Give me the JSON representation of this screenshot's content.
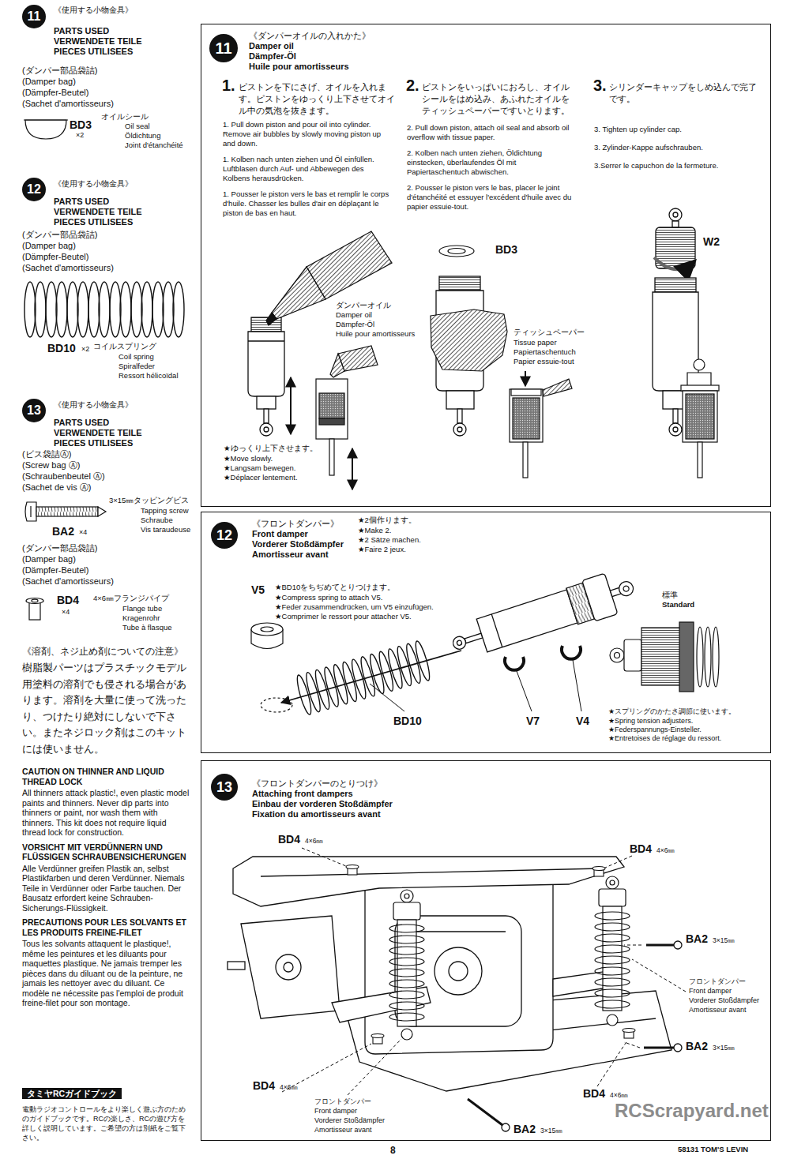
{
  "diagram": {
    "nodes": [
      {
        "text": [
          "11"
        ]
      },
      {
        "text": [
          "12"
        ]
      },
      {
        "text": [
          "13"
        ]
      },
      {
        "text": [
          "タミヤRCガイドブック"
        ]
      },
      {
        "text": [
          "《ダンパーオイルの入れかた》",
          "Damper oil",
          "Dämpfer-Öl",
          "Huile pour amortisseurs"
        ]
      },
      {
        "text": [
          "11"
        ],
        "in": 4
      },
      {
        "text": [
          "《フロントダンパー》",
          "Front damper",
          "Vorderer Stoßdämpfer",
          "Amortisseur avant"
        ]
      },
      {
        "text": [
          "12"
        ],
        "in": 6
      },
      {
        "text": [
          "《フロントダンパーのとりつけ》",
          "Attaching front dampers",
          "Einbau der vorderen Stoßdämpfer",
          "Fixation du amortisseurs avant"
        ]
      },
      {
        "text": [
          "13"
        ],
        "in": 8
      }
    ],
    "labels": [
      "《使用する小物金具》",
      "PARTS USED",
      "VERWENDETE TEILE",
      "PIECES UTILISEES",
      "(ダンパー部品袋詰)",
      "(Damper bag)",
      "(Dämpfer-Beutel)",
      "(Sachet d'amortisseurs)",
      "BD3",
      "×2",
      "オイルシール",
      "Oil seal",
      "Öldichtung",
      "Joint d'étanchéité",
      "《使用する小物金具》",
      "PARTS USED",
      "VERWENDETE TEILE",
      "PIECES UTILISEES",
      "(ダンパー部品袋詰)",
      "(Damper bag)",
      "(Dämpfer-Beutel)",
      "(Sachet d'amortisseurs)",
      "BD10",
      "×2",
      "コイルスプリング",
      "Coil spring",
      "Spiralfeder",
      "Ressort hélicoïdal",
      "《使用する小物金具》",
      "PARTS USED",
      "VERWENDETE TEILE",
      "PIECES UTILISEES",
      "(ビス袋詰Ⓐ)",
      "(Screw bag Ⓐ)",
      "(Schraubenbeutel Ⓐ)",
      "(Sachet de vis Ⓐ)",
      "3×15㎜タッピングビス",
      "Tapping screw",
      "Schraube",
      "Vis taraudeuse",
      "BA2",
      "×4",
      "(ダンパー部品袋詰)",
      "(Damper bag)",
      "(Dämpfer-Beutel)",
      "(Sachet d'amortisseurs)",
      "BD4",
      "×4",
      "4×6㎜フランジパイプ",
      "Flange tube",
      "Kragenrohr",
      "Tube à flasque",
      "《溶剤、ネジ止め剤についての注意》",
      "樹脂製パーツはプラスチックモデル用塗料の溶剤でも侵される場合があります。溶剤を大量に使って洗ったり、つけたり絶対にしないで下さい。またネジロック剤はこのキットには使いません。",
      "CAUTION ON THINNER AND LIQUID THREAD LOCK",
      "All thinners attack plastic!, even plastic model paints and thinners. Never dip parts into thinners or paint, nor wash them with thinners. This kit does not require liquid thread lock for construction.",
      "VORSICHT MIT VERDÜNNERN UND FLÜSSIGEN SCHRAUBENSICHERUNGEN",
      "Alle Verdünner greifen Plastik an, selbst Plastikfarben und deren Verdünner. Niemals Teile in Verdünner oder Farbe tauchen. Der Bausatz erfordert keine Schrauben-Sicherungs-Flüssigkeit.",
      "PRECAUTIONS POUR LES SOLVANTS ET LES PRODUITS FREINE-FILET",
      "Tous les solvants attaquent le plastique!, même les peintures et les diluants pour maquettes plastique. Ne jamais tremper les pièces dans du diluant ou de la peinture, ne jamais les nettoyer avec du diluant. Ce modèle ne nécessite pas l'emploi de produit freine-filet pour son montage.",
      "電動ラジオコントロールをより楽しく遊ぶ方のためのガイドブックです。RCの楽しさ、RCの遊び方を詳しく説明しています。ご希望の方は別紙をご覧下さい。",
      "1.",
      "ピストンを下にさげ、オイルを入れます。ピストンをゆっくり上下させてオイル中の気泡を抜きます。",
      "1. Pull down piston and pour oil into cylinder. Remove air bubbles by slowly moving piston up and down.",
      "1. Kolben nach unten ziehen und Öl einfüllen. Luftblasen durch Auf- und Abbewegen des Kolbens herausdrücken.",
      "1. Pousser le piston vers le bas et remplir le corps d'huile. Chasser les bulles d'air en déplaçant le piston de bas en haut.",
      "2.",
      "ピストンをいっぱいにおろし、オイルシールをはめ込み、あふれたオイルをティッシュペーパーですいとります。",
      "2. Pull down piston, attach oil seal and absorb oil overflow with tissue paper.",
      "2. Kolben nach unten ziehen, Öldichtung einstecken, überlaufendes Öl mit Papiertaschentuch abwischen.",
      "2. Pousser le piston vers le bas, placer le joint d'étanchéité et essuyer l'excédent d'huile avec du papier essuie-tout.",
      "3.",
      "シリンダーキャップをしめ込んで完了です。",
      "3. Tighten up cylinder cap.",
      "3. Zylinder-Kappe aufschrauben.",
      "3.Serrer le capuchon de la fermeture.",
      "ダンパーオイル",
      "Damper oil",
      "Dämpfer-Öl",
      "Huile pour amortisseurs",
      "★ゆっくり上下させます。",
      "★Move slowly.",
      "★Langsam bewegen.",
      "★Déplacer lentement.",
      "BD3",
      "ティッシュペーパー",
      "Tissue paper",
      "Papiertaschentuch",
      "Papier essuie-tout",
      "W2",
      "★2個作ります。",
      "★Make 2.",
      "★2 Sätze machen.",
      "★Faire 2 jeux.",
      "V5",
      "★BD10をちぢめてとりつけます。",
      "★Compress spring to attach V5.",
      "★Feder zusammendrücken, um V5 einzufügen.",
      "★Comprimer le ressort pour attacher V5.",
      "BD10",
      "V7",
      "V4",
      "標準",
      "Standard",
      "★スプリングのかたさ調節に使います。",
      "★Spring tension adjusters.",
      "★Federspannungs-Einsteller.",
      "★Entretoises de réglage du ressort.",
      "BD4",
      "4×6㎜",
      "BD4",
      "4×6㎜",
      "BA2",
      "3×15㎜",
      "フロントダンパー",
      "Front damper",
      "Vorderer Stoßdämpfer",
      "Amortisseur avant",
      "BA2",
      "3×15㎜",
      "BD4",
      "4×6㎜",
      "BD4",
      "4×6㎜",
      "フロントダンパー",
      "Front damper",
      "Vorderer Stoßdämpfer",
      "Amortisseur avant",
      "BA2",
      "3×15㎜",
      "8",
      "58131 TOM'S LEVIN",
      "RCScrapyard.net"
    ]
  }
}
